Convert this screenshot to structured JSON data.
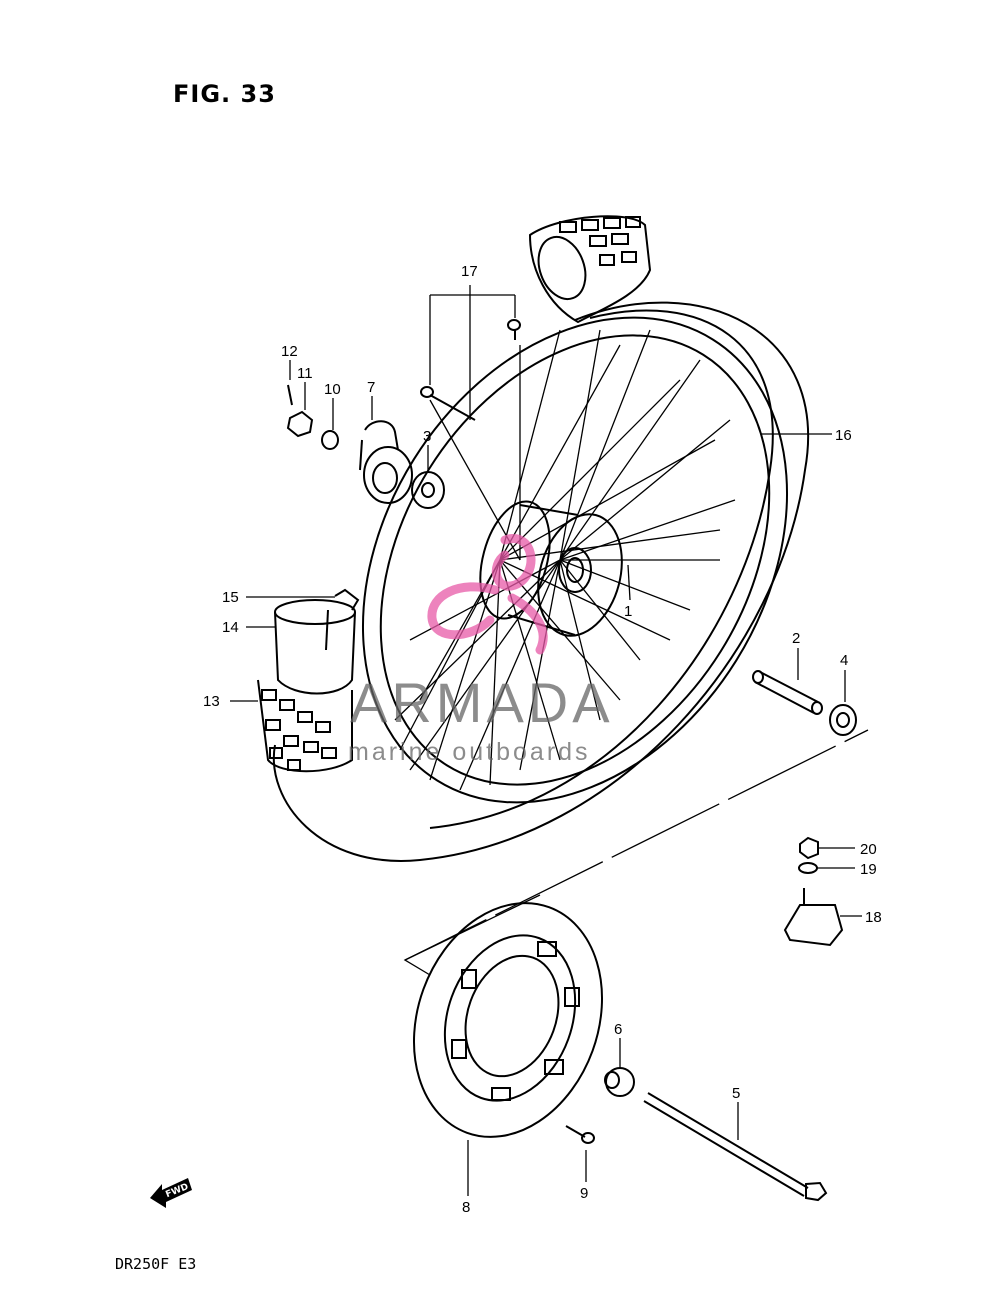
{
  "figure": {
    "title": "FIG. 33",
    "model": "DR250F E3"
  },
  "watermark": {
    "brand": "ARMADA",
    "tagline": "marine outboards",
    "logo_color": "#e85aa8"
  },
  "fwd_label": "FWD",
  "callouts": [
    {
      "id": "p1",
      "label": "1"
    },
    {
      "id": "p2",
      "label": "2"
    },
    {
      "id": "p3",
      "label": "3"
    },
    {
      "id": "p4",
      "label": "4"
    },
    {
      "id": "p5",
      "label": "5"
    },
    {
      "id": "p6",
      "label": "6"
    },
    {
      "id": "p7",
      "label": "7"
    },
    {
      "id": "p8",
      "label": "8"
    },
    {
      "id": "p9",
      "label": "9"
    },
    {
      "id": "p10",
      "label": "10"
    },
    {
      "id": "p11",
      "label": "11"
    },
    {
      "id": "p12",
      "label": "12"
    },
    {
      "id": "p13",
      "label": "13"
    },
    {
      "id": "p14",
      "label": "14"
    },
    {
      "id": "p15",
      "label": "15"
    },
    {
      "id": "p16",
      "label": "16"
    },
    {
      "id": "p17",
      "label": "17"
    },
    {
      "id": "p18",
      "label": "18"
    },
    {
      "id": "p19",
      "label": "19"
    },
    {
      "id": "p20",
      "label": "20"
    }
  ]
}
